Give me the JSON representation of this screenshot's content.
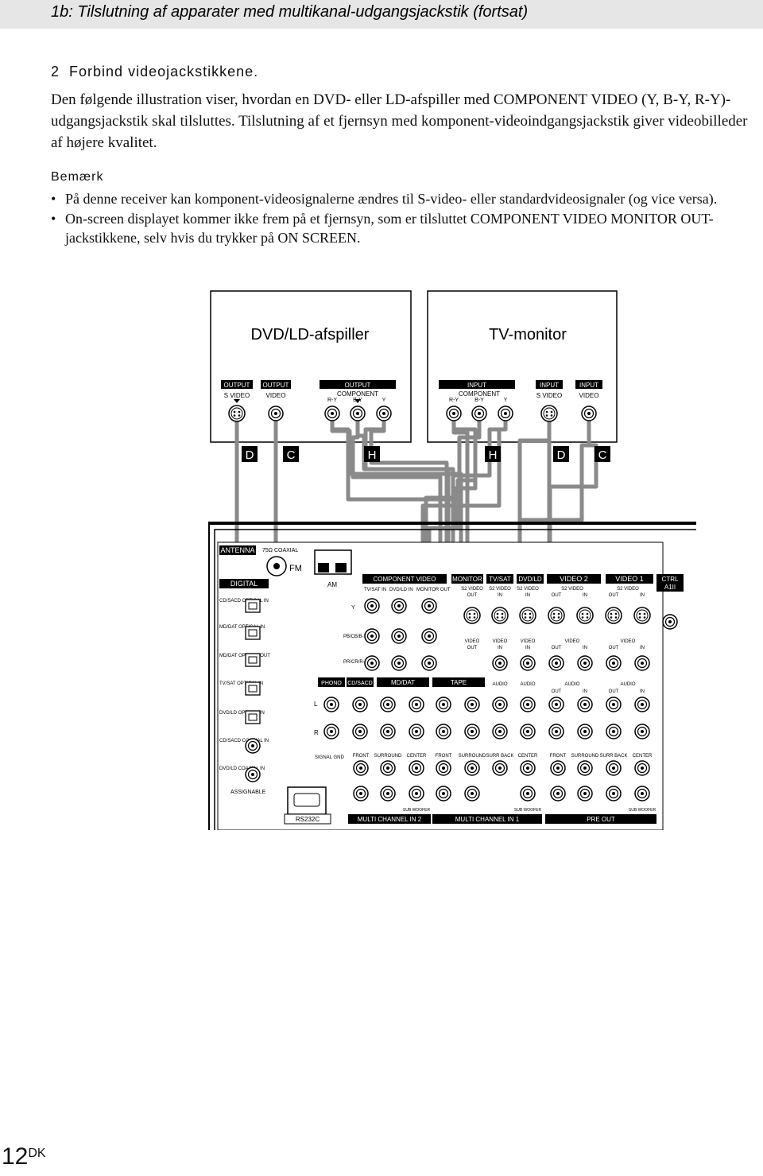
{
  "header": {
    "title": "1b: Tilslutning af apparater med multikanal-udgangsjackstik (fortsat)"
  },
  "step": {
    "number": "2",
    "title": "Forbind videojackstikkene."
  },
  "body_text": "Den følgende illustration viser, hvordan en DVD- eller LD-afspiller med COMPONENT VIDEO (Y, B-Y, R-Y)-udgangsjackstik skal tilsluttes. Tilslutning af et fjernsyn med komponent-videoindgangsjackstik giver videobilleder af højere kvalitet.",
  "note": {
    "title": "Bemærk",
    "bullets": [
      "På denne receiver kan komponent-videosignalerne ændres til S-video- eller standardvideosignaler (og vice versa).",
      "On-screen displayet kommer ikke frem på et fjernsyn, som er tilsluttet COMPONENT VIDEO MONITOR OUT-jackstikkene, selv hvis du trykker på ON SCREEN."
    ]
  },
  "diagram": {
    "dvd_title": "DVD/LD-afspiller",
    "tv_title": "TV-monitor",
    "output": "OUTPUT",
    "input": "INPUT",
    "s_video": "S VIDEO",
    "video": "VIDEO",
    "component": "COMPONENT",
    "ry": "R-Y",
    "by": "B-Y",
    "y": "Y",
    "cable_d": "D",
    "cable_c": "C",
    "cable_h": "H",
    "antenna": "ANTENNA",
    "coaxial": "75Ω COAXIAL",
    "fm": "FM",
    "am": "AM",
    "digital": "DIGITAL",
    "cd_sacd_optical_in": "CD/SACD OPTICAL IN",
    "md_dat_optical_in": "MD/DAT OPTICAL IN",
    "md_dat_optical_out": "MD/DAT OPTICAL OUT",
    "tv_sat_optical_in": "TV/SAT OPTICAL IN",
    "dvd_ld_optical_in": "DVD/LD OPTICAL IN",
    "cd_sacd_coaxial_in": "CD/SACD COAXIAL IN",
    "dvd_ld_coaxial_in": "DVD/LD COAXIAL IN",
    "assignable": "ASSIGNABLE",
    "rs232c": "RS232C",
    "component_video": "COMPONENT VIDEO",
    "tv_sat_in": "TV/SAT IN",
    "dvd_ld_in": "DVD/LD IN",
    "monitor_out": "MONITOR OUT",
    "pb_cb_by": "PB/CB/B-Y",
    "pr_cr_ry": "PR/CR/R-Y",
    "monitor": "MONITOR",
    "tv_sat": "TV/SAT",
    "dvd_ld": "DVD/LD",
    "video2": "VIDEO 2",
    "video1": "VIDEO 1",
    "ctrl": "CTRL",
    "ctrl_sub": "A1II",
    "s2_video": "S2 VIDEO",
    "out": "OUT",
    "in": "IN",
    "audio": "AUDIO",
    "phono": "PHONO",
    "cd_sacd": "CD/SACD",
    "md_dat": "MD/DAT",
    "tape": "TAPE",
    "l": "L",
    "r": "R",
    "signal_gnd": "SIGNAL GND",
    "front": "FRONT",
    "surround": "SURROUND",
    "center": "CENTER",
    "surr_back": "SURR BACK",
    "subwoofer": "SUB WOOFER",
    "multi_in2": "MULTI CHANNEL IN 2",
    "multi_in1": "MULTI CHANNEL IN 1",
    "pre_out": "PRE OUT"
  },
  "page": {
    "number": "12",
    "suffix": "DK"
  }
}
